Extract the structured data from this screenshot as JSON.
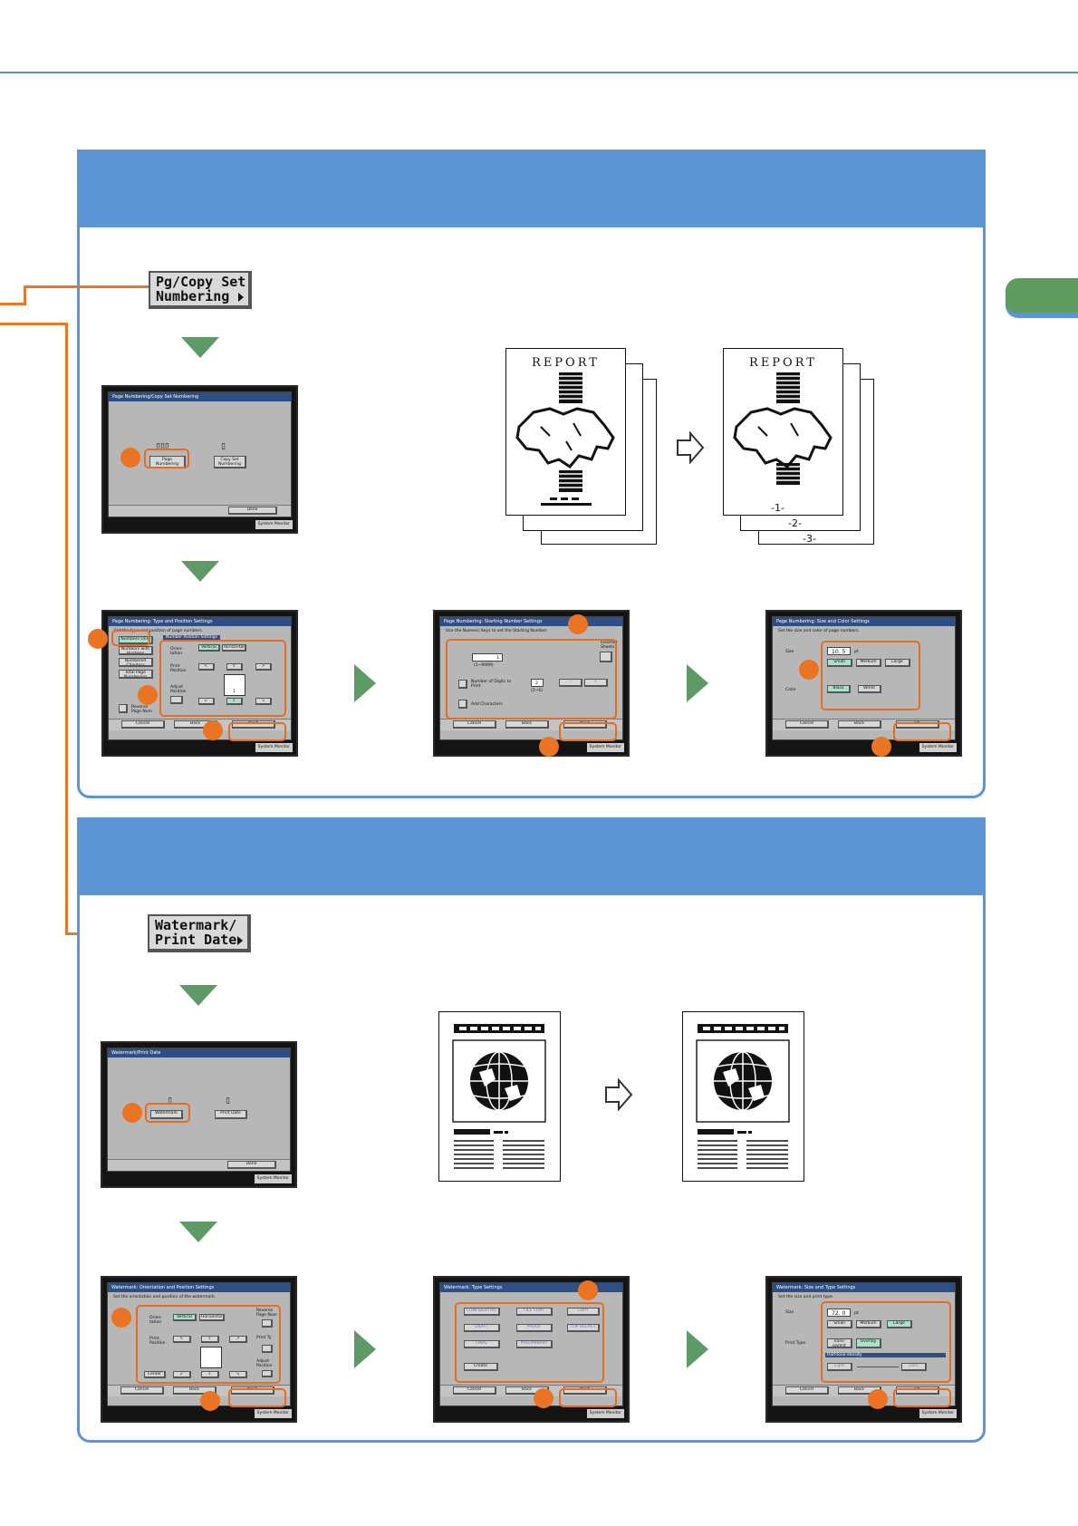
{
  "s1": {
    "button": "Pg/Copy Set\nNumbering",
    "scrA": {
      "title": "Page Numbering/Copy Set Numbering",
      "opt1": "Page\nNumbering",
      "opt2": "Copy Set\nNumbering",
      "done": "Done",
      "sysmon": "System Monitor"
    },
    "scrB": {
      "title": "Page Numbering: Type and Position Settings",
      "sub": "Set the type and position of page numbers.",
      "tabs": [
        "Numbers Only",
        "Numbers with Hyphens",
        "Numbered Chapters",
        "Total Page Numbering"
      ],
      "inner": "Number Position Settings",
      "orient": "Orien-\ntation",
      "vertical": "Vertical",
      "horizontal": "Horizontal",
      "printpos": "Print\nPosition",
      "adjust": "Adjust\nPosition",
      "reverse": "Reverse\nPage Num",
      "cancel": "Cancel",
      "back": "Back",
      "next": "Next",
      "sysmon": "System Monitor",
      "pagenum": "1"
    },
    "scrC": {
      "title": "Page Numbering: Starting Number Settings",
      "sub": "Use the Numeric Keys to set the Starting Number.",
      "inserted": "Inserted\nSheets",
      "start": "1",
      "range": "(1~9999)",
      "digits": "Number of Digits to\nPrint",
      "digitsval": "2",
      "digitsrange": "(2~6)",
      "addchars": "Add Characters",
      "cancel": "Cancel",
      "back": "Back",
      "next": "Next",
      "sysmon": "System Monitor"
    },
    "scrD": {
      "title": "Page Numbering: Size and Color Settings",
      "sub": "Set the size and color of page numbers.",
      "size": "Size",
      "sizeval": "10. 5",
      "unit": "pt",
      "small": "Small",
      "medium": "Medium",
      "large": "Large",
      "color": "Color",
      "black": "Black",
      "white": "White",
      "cancel": "Cancel",
      "back": "Back",
      "ok": "OK",
      "sysmon": "System Monitor"
    },
    "report": "REPORT",
    "pagenums": [
      "-1-",
      "-2-",
      "-3-"
    ]
  },
  "s2": {
    "button": "Watermark/\nPrint Date",
    "scrA": {
      "title": "Watermark/Print Date",
      "opt1": "Watermark",
      "opt2": "Print Date",
      "done": "Done",
      "sysmon": "System Monitor"
    },
    "scrB": {
      "title": "Watermark: Orientation and Position Settings",
      "sub": "Set the orientation and position of the watermark.",
      "orient": "Orien-\ntation",
      "vertical": "Vertical",
      "horizontal": "Horizontal",
      "reverse": "Reverse\nPage Num",
      "printpos": "Print\nPosition",
      "printtype": "Print Ty",
      "center": "Center",
      "adjust": "Adjust\nPosition",
      "cancel": "Cancel",
      "back": "Back",
      "next": "Next",
      "sysmon": "System Monitor"
    },
    "scrC": {
      "title": "Watermark: Type Settings",
      "types": [
        "CONFIDENTIAL",
        "FILE COPY",
        "COPY",
        "DRAFT",
        "PROOF",
        "TOP SECRET",
        "FINAL",
        "PRELIMINARY"
      ],
      "create": "Create",
      "cancel": "Cancel",
      "back": "Back",
      "next": "Next",
      "sysmon": "System Monitor"
    },
    "scrD": {
      "title": "Watermark: Size and Type Settings",
      "sub": "Set the size and print type.",
      "size": "Size",
      "sizeval": "72. 0",
      "unit": "pt",
      "small": "Small",
      "medium": "Medium",
      "large": "Large",
      "printtype": "Print Type",
      "transparent": "Trans-\nparent",
      "overlay": "Overlay",
      "halftone": "Half-tone density",
      "light": "Light",
      "dark": "Dark",
      "cancel": "Cancel",
      "back": "Back",
      "ok": "OK",
      "sysmon": "System Monitor"
    }
  },
  "colors": {
    "accent": "#5b95d4",
    "highlight": "#e5762a",
    "arrow": "#5e9a65"
  }
}
